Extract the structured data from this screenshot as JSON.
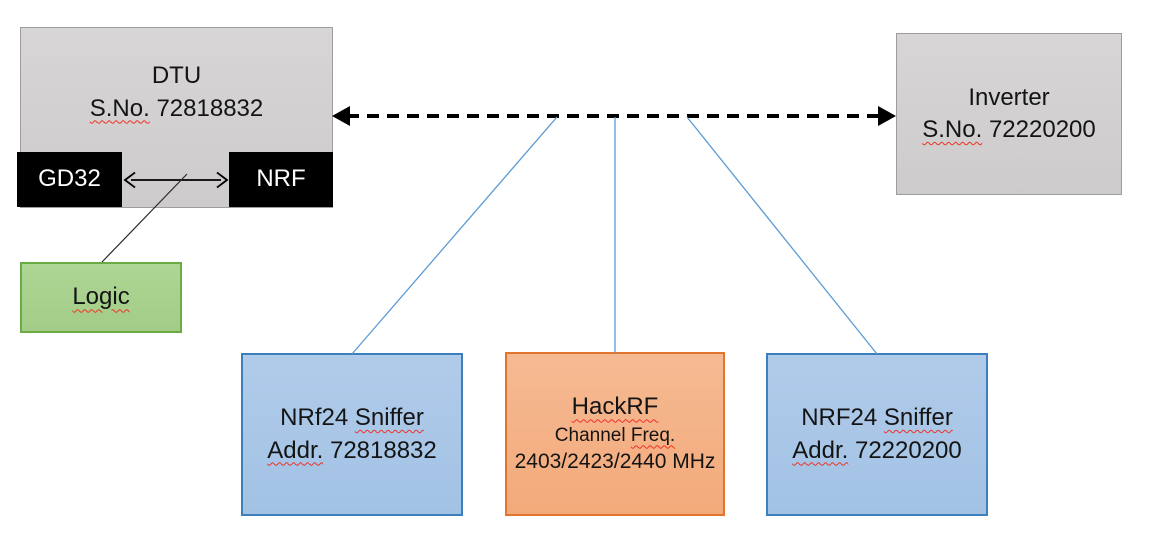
{
  "colors": {
    "gray_fill": "#d3d1d1",
    "gray_border": "#9d9d9d",
    "black_fill": "#000000",
    "green_fill": "#a9d18e",
    "green_border": "#6aab44",
    "blue_fill": "#a9c7e8",
    "blue_border": "#3d7ebd",
    "orange_fill": "#f4b183",
    "orange_border": "#e0762e",
    "connector_blue": "#5b9bd5",
    "arrow_black": "#000000",
    "line_dark": "#2b2b2b",
    "squiggle_red": "#ee3124"
  },
  "nodes": {
    "dtu": {
      "name": "DTU",
      "serial_label": "S.No.",
      "serial_value": " 72818832"
    },
    "gd32": {
      "label": "GD32"
    },
    "nrf": {
      "label": "NRF"
    },
    "logic": {
      "label": "Logic"
    },
    "inverter": {
      "name": "Inverter",
      "serial_label": "S.No.",
      "serial_value": " 72220200"
    },
    "sniffer_left": {
      "name_prefix": "NRf24 ",
      "name_word": "Sniffer",
      "addr_label": "Addr.",
      "addr_value": " 72818832"
    },
    "hackrf": {
      "name": "HackRF",
      "freq_prefix": "Channel ",
      "freq_word": "Freq.",
      "channels": "2403/2423/2440 MHz"
    },
    "sniffer_right": {
      "name_prefix": "NRF24 ",
      "name_word": "Sniffer",
      "addr_label": "Addr.",
      "addr_value": " 72220200"
    }
  }
}
